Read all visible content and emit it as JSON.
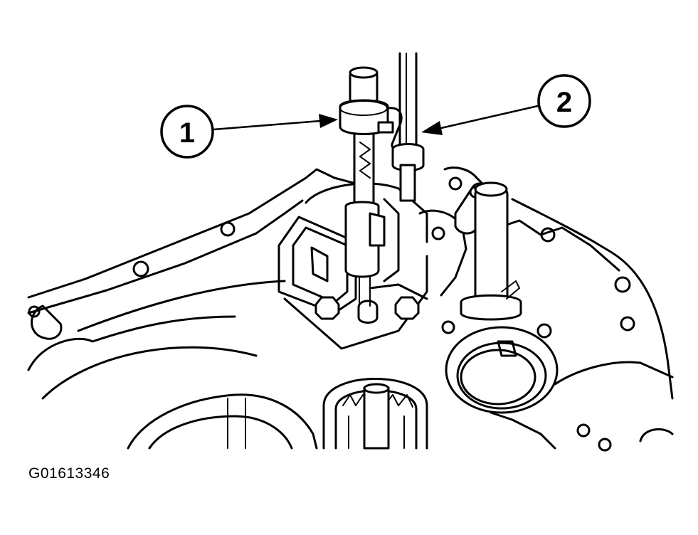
{
  "figure": {
    "id_code": "G01613346",
    "callouts": [
      {
        "number": "1"
      },
      {
        "number": "2"
      }
    ],
    "line_color": "#000000",
    "background_color": "#ffffff"
  }
}
